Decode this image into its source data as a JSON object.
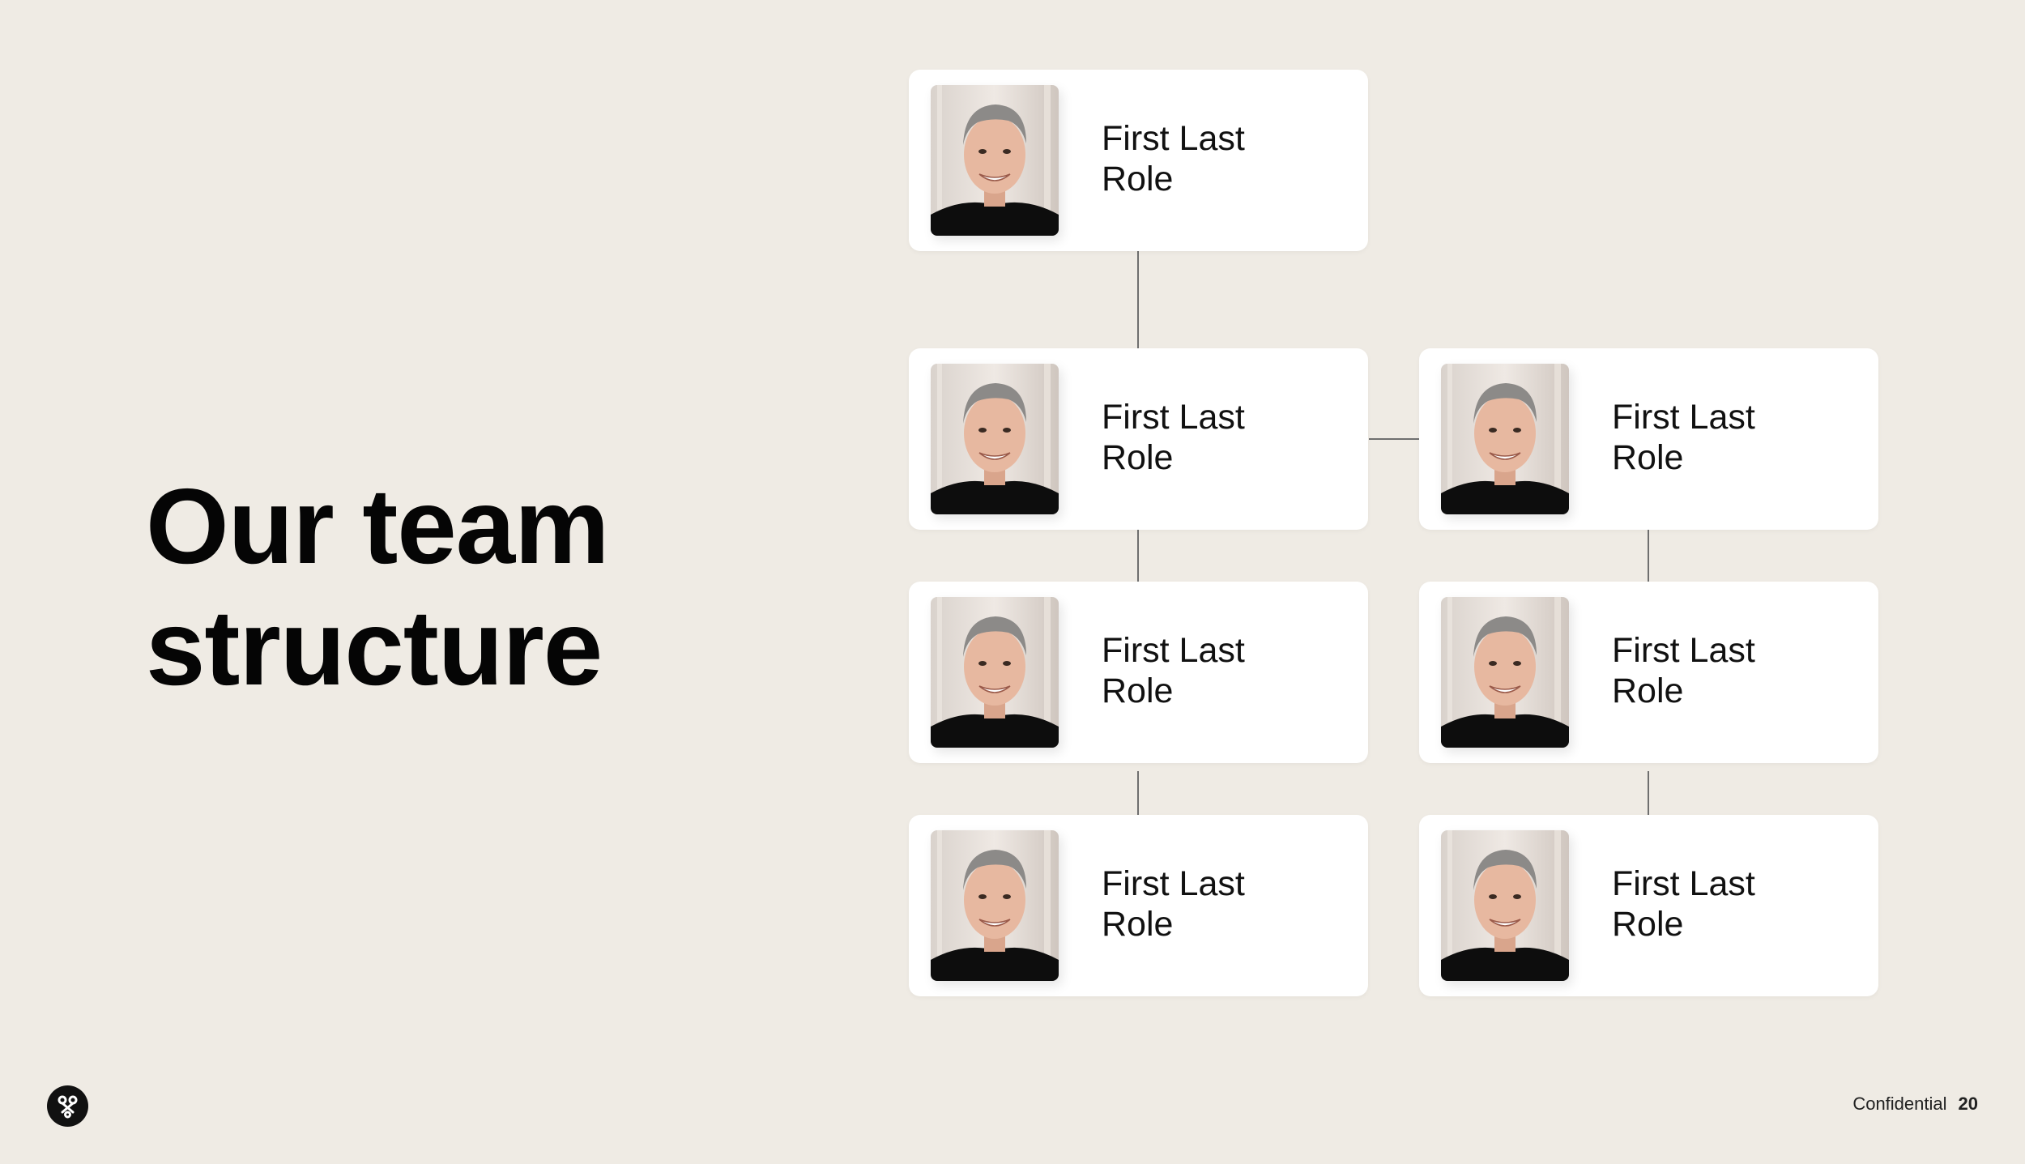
{
  "title": {
    "line1": "Our team",
    "line2": "structure"
  },
  "members": [
    {
      "name": "First Last",
      "role": "Role"
    },
    {
      "name": "First Last",
      "role": "Role"
    },
    {
      "name": "First Last",
      "role": "Role"
    },
    {
      "name": "First Last",
      "role": "Role"
    },
    {
      "name": "First Last",
      "role": "Role"
    },
    {
      "name": "First Last",
      "role": "Role"
    },
    {
      "name": "First Last",
      "role": "Role"
    }
  ],
  "footer": {
    "label": "Confidential",
    "page": "20"
  },
  "logo": {
    "icon": "brand-logo-icon"
  },
  "colors": {
    "background": "#efebe4",
    "card": "#ffffff",
    "connector": "#6f6f6f",
    "text": "#050505"
  }
}
